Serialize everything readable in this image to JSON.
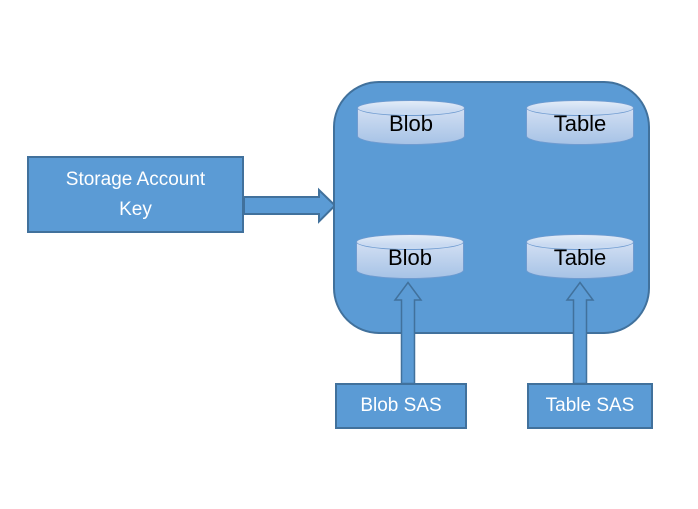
{
  "colors": {
    "canvas_bg": "#FFFFFF",
    "shape_fill": "#5B9BD5",
    "shape_border": "#41719C",
    "cylinder_top_fill": "#C9DAF1",
    "cylinder_body_light": "#D2DFF3",
    "cylinder_body_dark": "#A7C3E6",
    "cylinder_border": "#6F9BD0",
    "label_text": "#FFFFFF",
    "cylinder_text": "#000000"
  },
  "nodes": {
    "storage_key": {
      "label": "Storage Account Key"
    },
    "account_container": {
      "cylinders": [
        {
          "label": "Blob"
        },
        {
          "label": "Table"
        },
        {
          "label": "Blob"
        },
        {
          "label": "Table"
        }
      ]
    },
    "blob_sas": {
      "label": "Blob SAS"
    },
    "table_sas": {
      "label": "Table SAS"
    }
  },
  "arrows": [
    {
      "from": "storage_key",
      "to": "account_container",
      "direction": "right"
    },
    {
      "from": "blob_sas",
      "to": "bottom_blob_cylinder",
      "direction": "up"
    },
    {
      "from": "table_sas",
      "to": "bottom_table_cylinder",
      "direction": "up"
    }
  ]
}
